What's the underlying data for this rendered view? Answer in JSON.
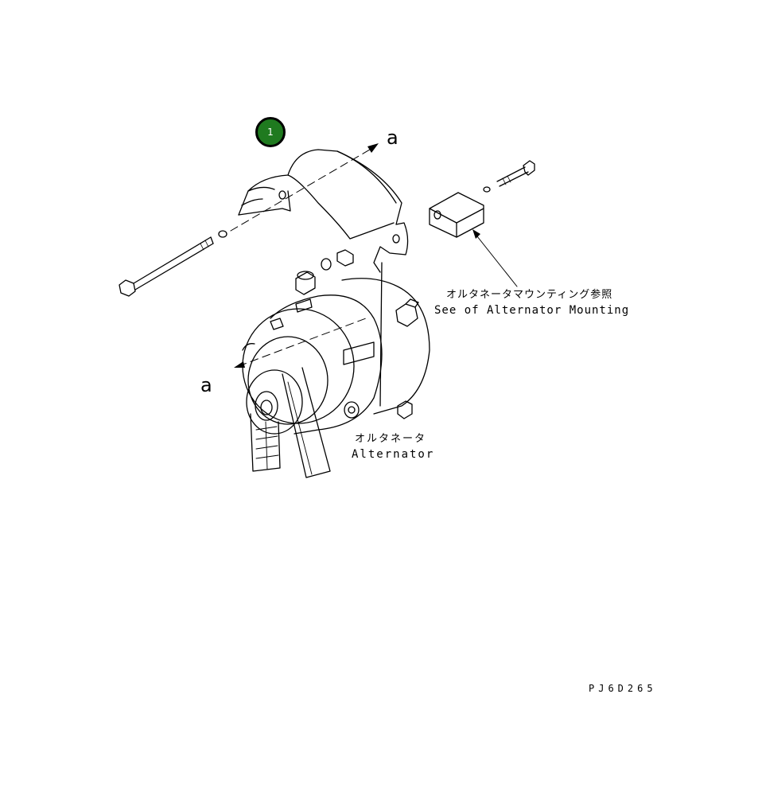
{
  "callout": {
    "number": "1",
    "color": "#1f7a1f"
  },
  "labels": {
    "arrow_top": "a",
    "arrow_bottom": "a",
    "mounting_jp": "オルタネータマウンティング参照",
    "mounting_en": "See of Alternator Mounting",
    "alternator_jp": "オルタネータ",
    "alternator_en": "Alternator",
    "drawing_code": "PJ6D265"
  }
}
